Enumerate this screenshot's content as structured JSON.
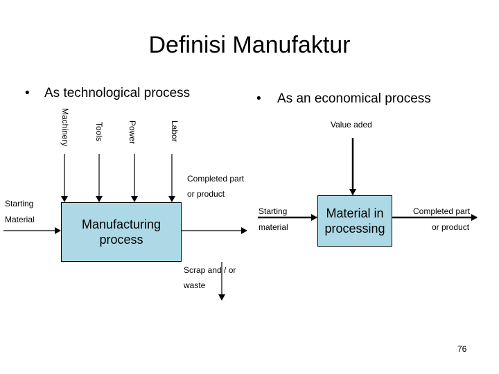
{
  "title": "Definisi Manufaktur",
  "left": {
    "bullet": "•",
    "heading": "As technological process",
    "inputs": [
      "Machinery",
      "Tools",
      "Power",
      "Labor"
    ],
    "input_label": [
      "Starting",
      "Material"
    ],
    "box_label": "Manufacturing\nprocess",
    "output_label": [
      "Completed part",
      "or  product"
    ],
    "scrap_label": [
      "Scrap and / or",
      "waste"
    ]
  },
  "right": {
    "bullet": "•",
    "heading": "As an economical process",
    "top_label": "Value aded",
    "input_label": [
      "Starting",
      "material"
    ],
    "box_label": "Material in\nprocessing",
    "output_label": [
      "Completed part",
      "or product"
    ]
  },
  "page_number": "76",
  "colors": {
    "box_fill": "#add9e6",
    "line": "#000000"
  }
}
